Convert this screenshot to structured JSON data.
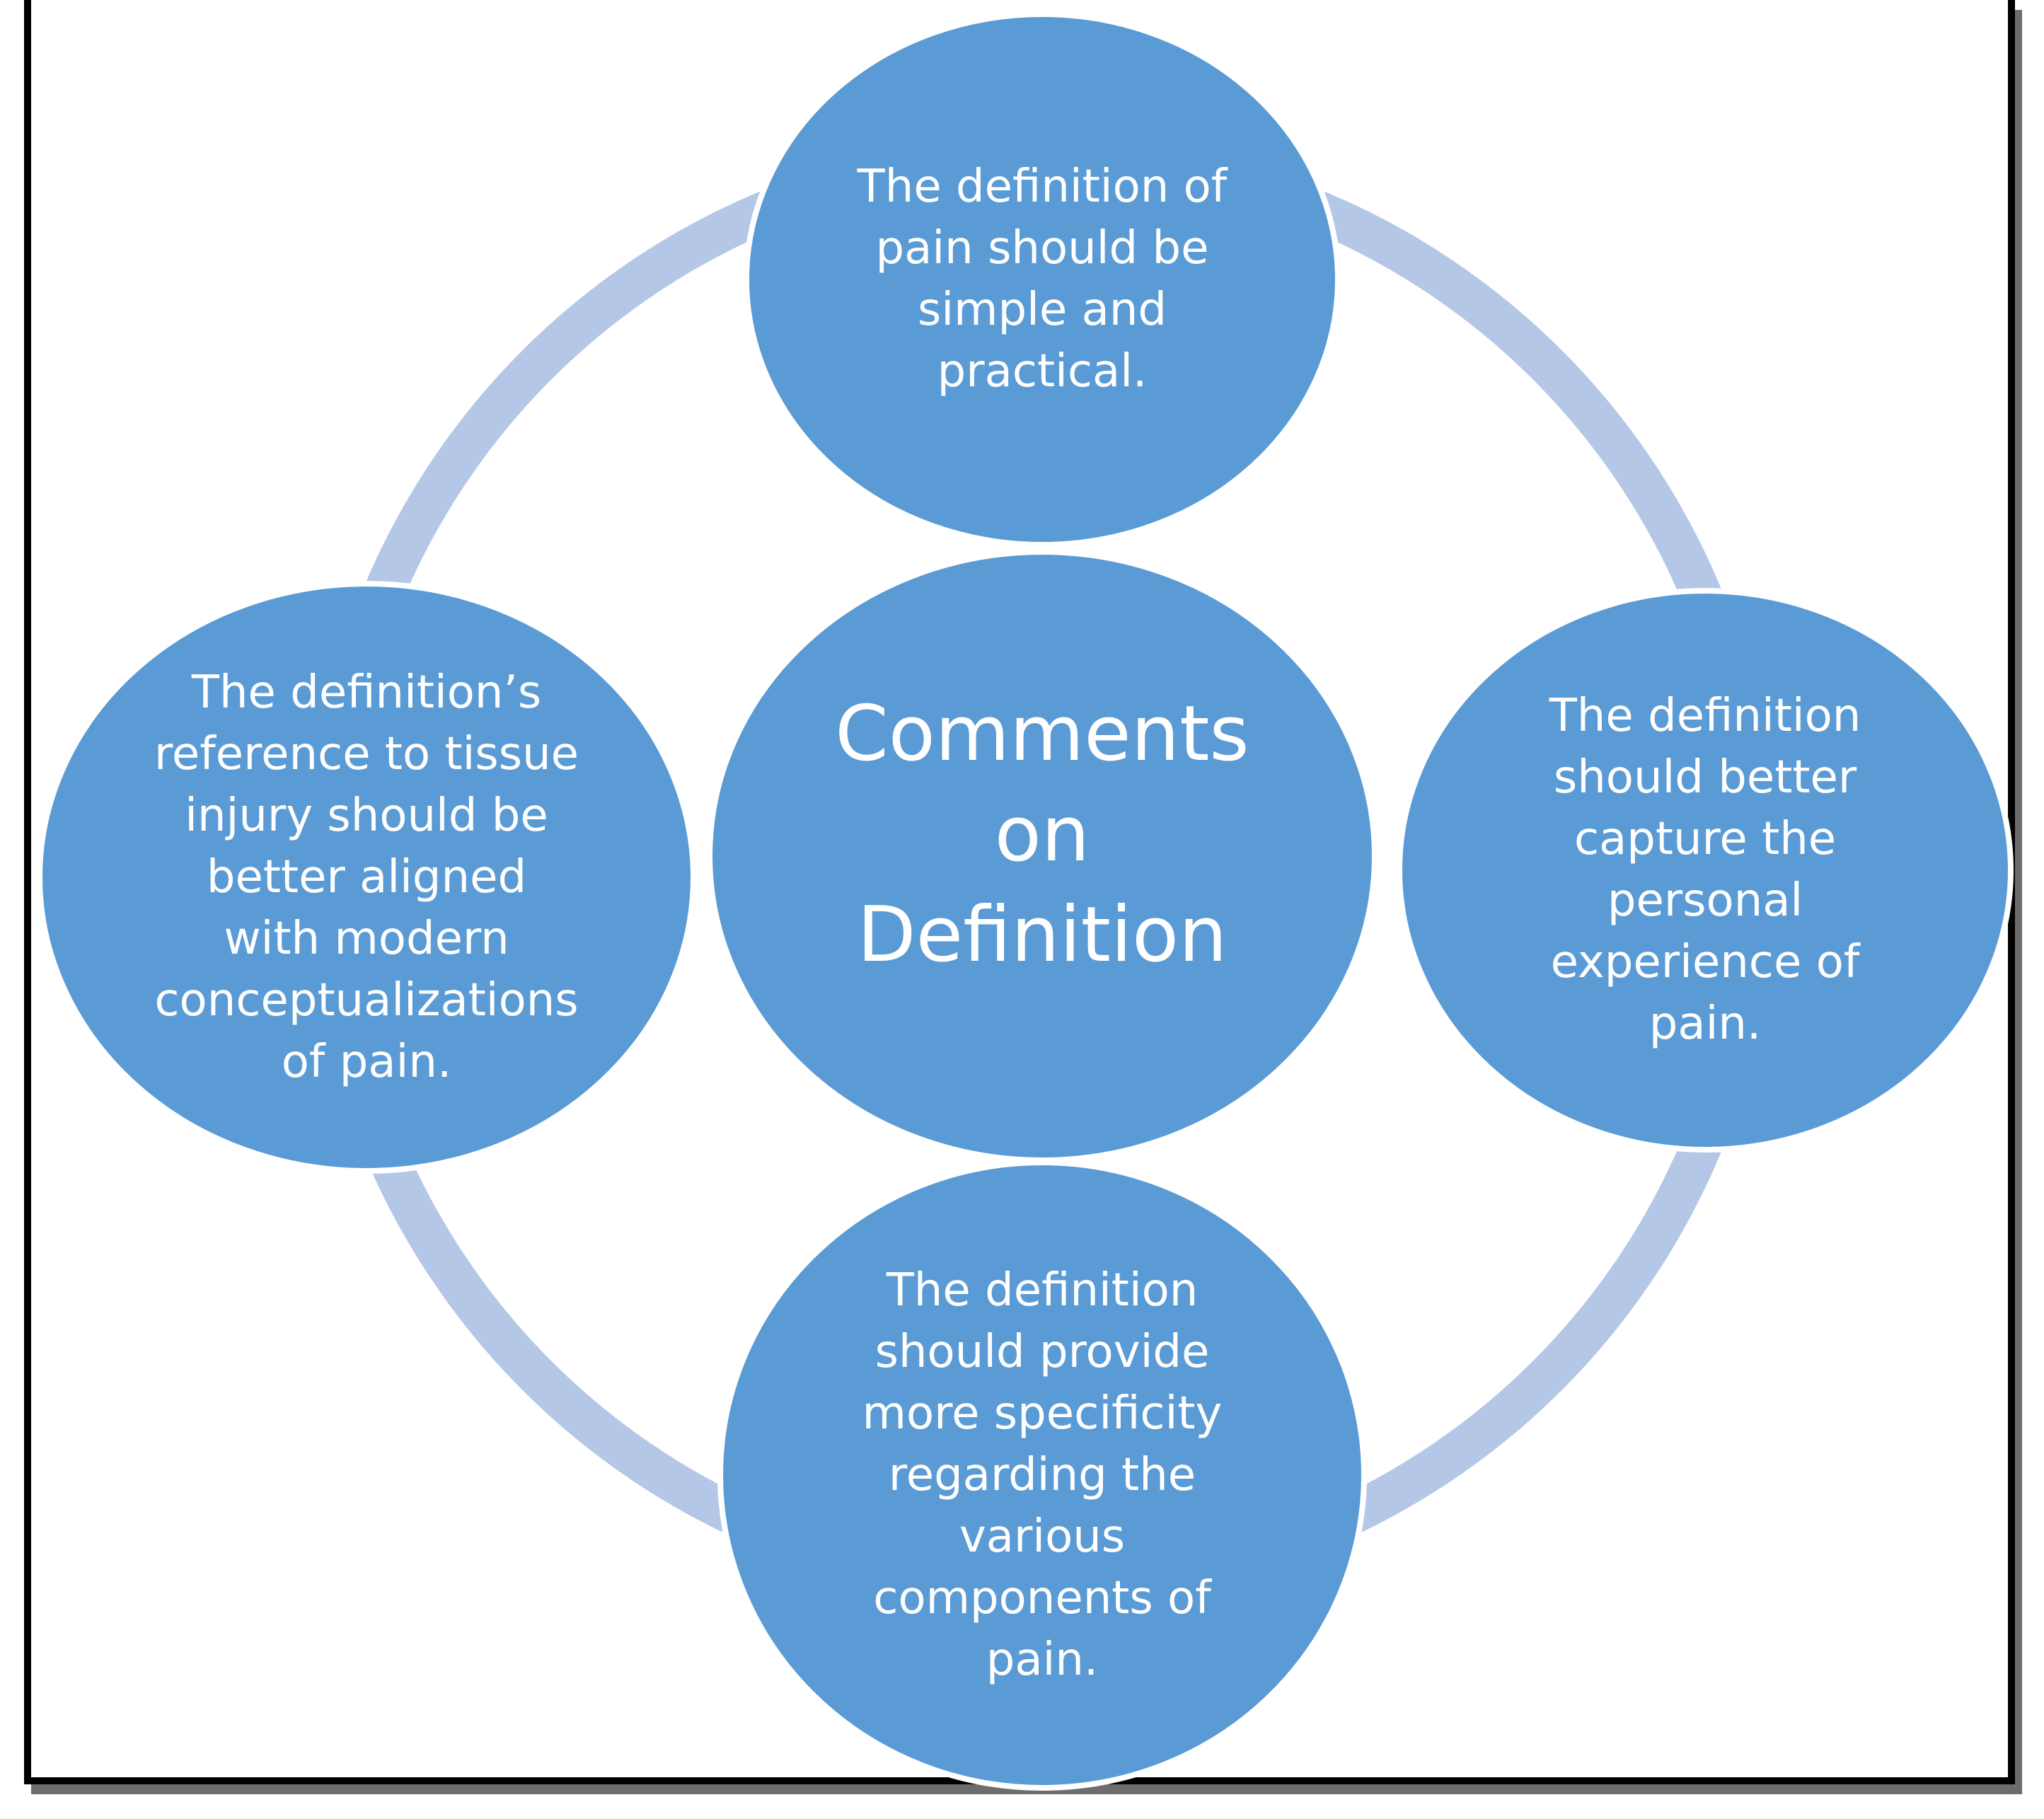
{
  "colors": {
    "node_fill": "#5b9bd5",
    "node_stroke": "#ffffff",
    "ring": "#b4c7e7",
    "frame": "#000000"
  },
  "center": {
    "label": "Comments\non\nDefinition"
  },
  "nodes": [
    {
      "id": "top",
      "label": "The definition of\npain should be\nsimple and\npractical."
    },
    {
      "id": "right",
      "label": "The definition\nshould better\ncapture the\npersonal\nexperience of\npain."
    },
    {
      "id": "bottom",
      "label": "The definition\nshould provide\nmore specificity\nregarding the\nvarious\ncomponents of\npain."
    },
    {
      "id": "left",
      "label": "The definition’s\nreference to tissue\ninjury should be\nbetter aligned\nwith modern\nconceptualizations\nof pain."
    }
  ]
}
